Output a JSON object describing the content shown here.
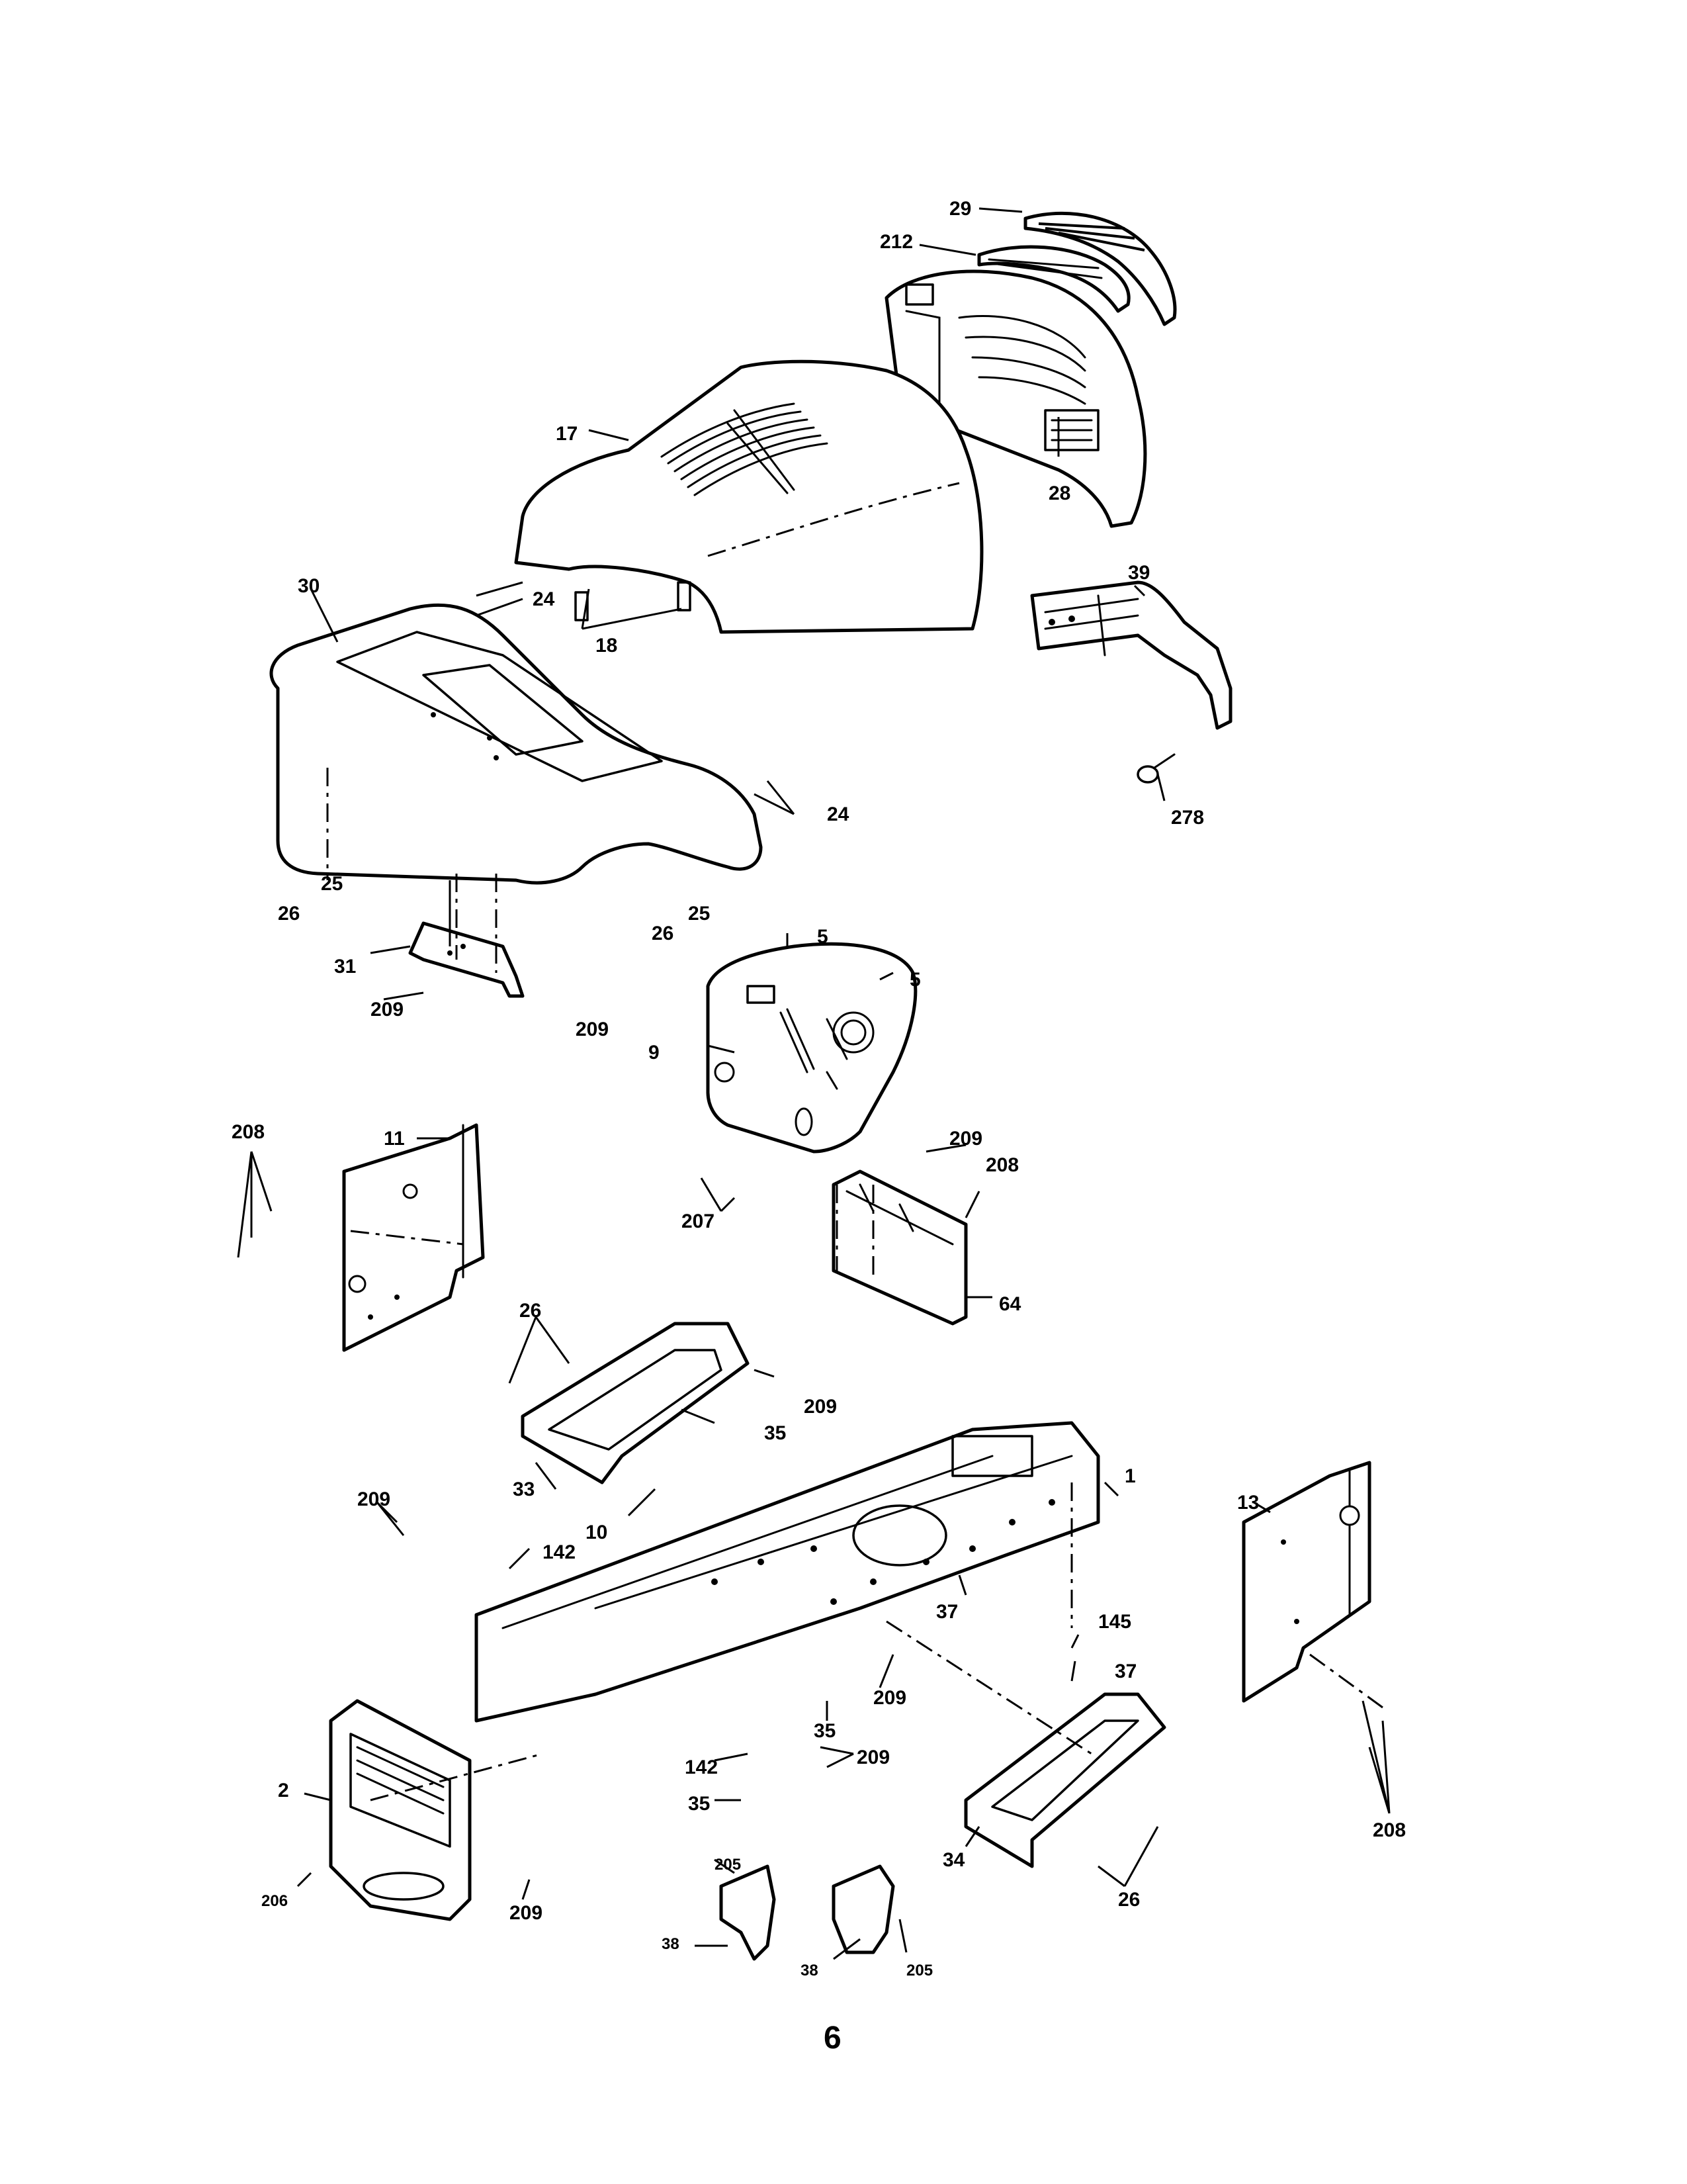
{
  "page_number": "6",
  "callouts": {
    "c29": "29",
    "c212": "212",
    "c17": "17",
    "c28": "28",
    "c30": "30",
    "c24a": "24",
    "c18": "18",
    "c39": "39",
    "c24b": "24",
    "c25a": "25",
    "c26a": "26",
    "c26b": "26",
    "c25b": "25",
    "c278": "278",
    "c5a": "5",
    "c5b": "5",
    "c31": "31",
    "c209a": "209",
    "c209b": "209",
    "c9": "9",
    "c208a": "208",
    "c11": "11",
    "c209c": "209",
    "c208b": "208",
    "c207": "207",
    "c64": "64",
    "c26c": "26",
    "c209d": "209",
    "c35a": "35",
    "c33": "33",
    "c10": "10",
    "c1": "1",
    "c209e": "209",
    "c142a": "142",
    "c13": "13",
    "c37a": "37",
    "c145": "145",
    "c37b": "37",
    "c209f": "209",
    "c35b": "35",
    "c209g": "209",
    "c142b": "142",
    "c2": "2",
    "c35c": "35",
    "c208c": "208",
    "c34": "34",
    "c26d": "26",
    "c205a": "205",
    "c206": "206",
    "c209h": "209",
    "c38a": "38",
    "c38b": "38",
    "c205b": "205"
  }
}
